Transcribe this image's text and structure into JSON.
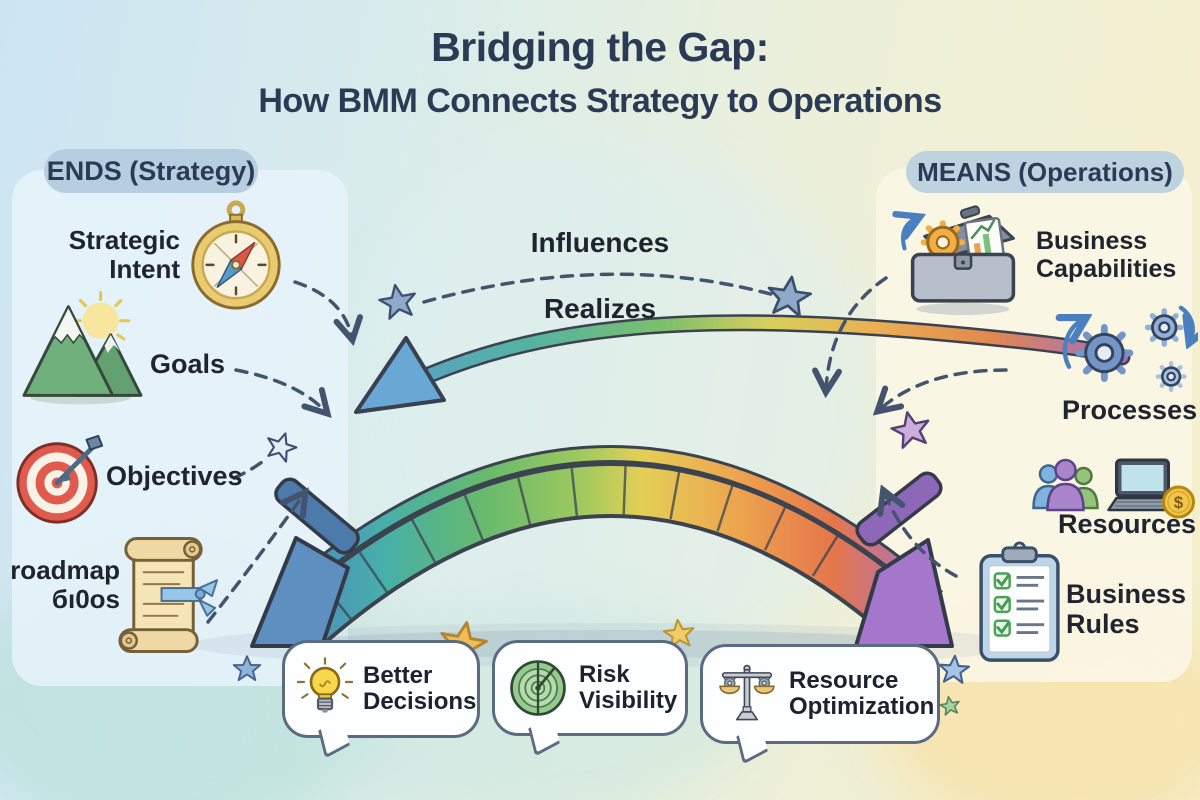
{
  "title": {
    "line1": "Bridging the Gap:",
    "line2": "How BMM Connects Strategy to Operations"
  },
  "ends": {
    "header": "ENDS (Strategy)",
    "items": [
      {
        "label": "Strategic\nIntent",
        "icon": "compass-icon"
      },
      {
        "label": "Goals",
        "icon": "mountain-icon"
      },
      {
        "label": "Objectives",
        "icon": "target-dart-icon"
      },
      {
        "label": "roadmap\nбı0os",
        "icon": "scroll-icon"
      }
    ]
  },
  "means": {
    "header": "MEANS (Operations)",
    "items": [
      {
        "label": "Business\nCapabilities",
        "icon": "toolbox-icon"
      },
      {
        "label": "Processes",
        "icon": "gears-icon"
      },
      {
        "label": "Resources",
        "icon": "team-laptop-coin-icon"
      },
      {
        "label": "Business\nRules",
        "icon": "clipboard-checklist-icon"
      }
    ]
  },
  "bridge": {
    "relationships": [
      {
        "label": "Influences",
        "style": "dashed-arc"
      },
      {
        "label": "Realizes",
        "style": "solid-rainbow-arrow"
      }
    ]
  },
  "benefits": [
    {
      "label": "Better\nDecisions",
      "icon": "lightbulb-icon"
    },
    {
      "label": "Risk\nVisibility",
      "icon": "radar-icon"
    },
    {
      "label": "Resource\nOptimization",
      "icon": "balance-scales-icon"
    }
  ],
  "colors": {
    "title_navy": "#2b3a55",
    "pill_bg": "#b6cedf",
    "dashed_arrow": "#44546e",
    "bubble_border": "#5a6b82",
    "bridge_rainbow": [
      "#4e86c2",
      "#47b0a8",
      "#66b96e",
      "#9cc95f",
      "#e3cf56",
      "#eda44e",
      "#e5764b",
      "#a673c9"
    ],
    "star_gold": "#f0bd55",
    "star_blue": "#8fa9c9",
    "star_purple": "#c9aede"
  }
}
